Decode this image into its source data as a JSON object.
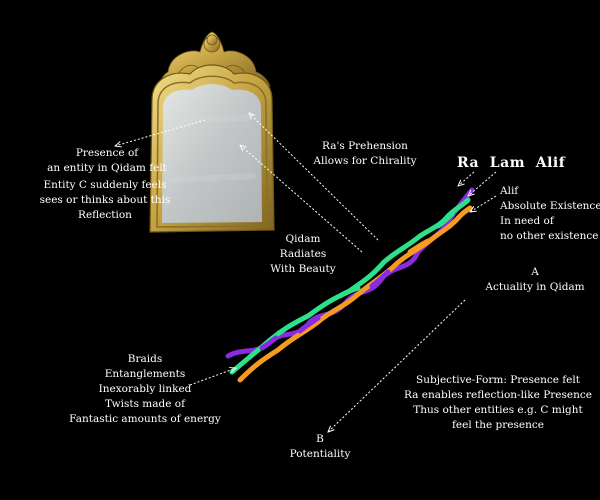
{
  "labels": {
    "presence": [
      "Presence of",
      "an entity in Qidam felt"
    ],
    "entity_c": [
      "Entity C suddenly feels",
      "sees or thinks about this",
      "Reflection"
    ],
    "ra_prehension": [
      "Ra's Prehension",
      "Allows for Chirality"
    ],
    "ra_lam_alif": "Ra  Lam  Alif",
    "alif": [
      "Alif",
      "Absolute Existence",
      "In need of",
      "no other existence"
    ],
    "qidam": [
      "Qidam",
      "Radiates",
      "With Beauty"
    ],
    "a": [
      "A",
      "Actuality in Qidam"
    ],
    "braids": [
      "Braids",
      "Entanglements",
      "Inexorably linked",
      "Twists made of",
      "Fantastic amounts of energy"
    ],
    "subjective": [
      "Subjective-Form: Presence felt",
      "Ra enables reflection-like Presence",
      "Thus other entities e.g. C might",
      "feel the presence"
    ],
    "b": [
      "B",
      "Potentiality"
    ]
  },
  "colors": {
    "background": "#000000",
    "strand_purple": "#8a2be2",
    "strand_green": "#2ee08a",
    "strand_orange": "#f59a23",
    "mirror_frame": "#c9a646",
    "mirror_glass": "#c9cccc",
    "arrows": "#ffffff"
  }
}
